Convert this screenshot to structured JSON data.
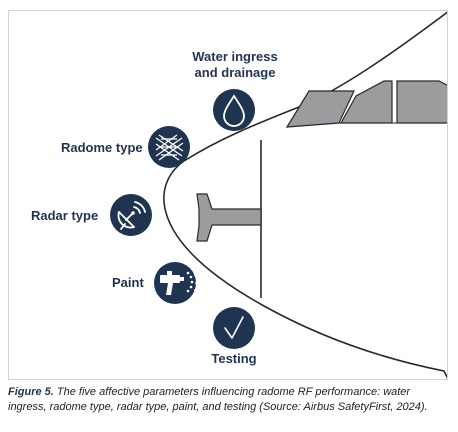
{
  "diagram": {
    "labels": {
      "water": "Water ingress\nand drainage",
      "radome": "Radome type",
      "radar": "Radar type",
      "paint": "Paint",
      "testing": "Testing"
    },
    "colors": {
      "icon_fill": "#1f3450",
      "aircraft_fill": "#ffffff",
      "aircraft_stroke": "#2a2a2a",
      "window_fill": "#9a9c9e",
      "radar_antenna_fill": "#9a9c9e"
    },
    "icons": {
      "water": "water-drop-icon",
      "radome": "honeycomb-icon",
      "radar": "satellite-dish-icon",
      "paint": "spray-gun-icon",
      "testing": "checkmark-icon"
    }
  },
  "caption": {
    "figure_number": "Figure 5.",
    "text": "The five affective parameters influencing radome RF performance: water ingress, radome type, radar type, paint, and testing (Source: Airbus SafetyFirst, 2024)."
  }
}
